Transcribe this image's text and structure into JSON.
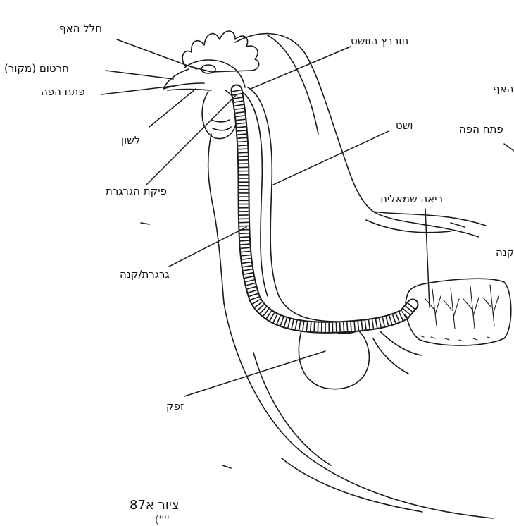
{
  "labels": {
    "nasal_cavity": "חלל האף",
    "beak": "חרטום (מקור)",
    "mouth_opening": "פתח הפה",
    "tongue": "לשון",
    "glottis": "פיקת הגרגרת",
    "esophagus_tuber": "תורבץ הוושט",
    "esophagus": "ושט",
    "left_lung": "ריאה שמאלית",
    "trachea": "גרגרת/קנה",
    "crop": "זפק",
    "edge_nasal_cavity": "האף",
    "edge_mouth_opening": "פתח הפה",
    "edge_trachea": "קנה"
  },
  "caption": {
    "figure": "ציור א87",
    "cutoff": "(''''"
  }
}
